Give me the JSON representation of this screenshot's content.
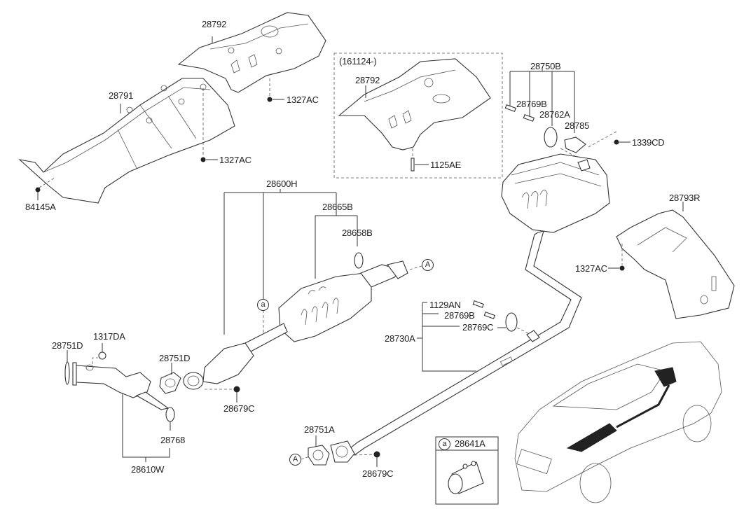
{
  "diagram": {
    "type": "exploded-parts-diagram",
    "subject": "exhaust system",
    "variant_box_note": "(161124-)",
    "labels": {
      "shield_front_upper": "28792",
      "shield_main": "28791",
      "nut_upper_1": "1327AC",
      "nut_upper_2": "1327AC",
      "nut_front": "84145A",
      "variant_shield": "28792",
      "variant_bolt": "1125AE",
      "hanger_kit": "28750B",
      "hanger_pin": "28769B",
      "hanger_rubber": "28762A",
      "hanger_bracket": "28785",
      "nut_rear": "1339CD",
      "rear_shield": "28793R",
      "rear_shield_nut": "1327AC",
      "center_assy": "28600H",
      "cat_assy": "28665B",
      "cat_hanger": "28658B",
      "gasket_front": "28751D",
      "nut_front_pipe": "1317DA",
      "gasket_mid": "28751D",
      "nut_cat": "28679C",
      "hanger_front": "28768",
      "front_pipe_assy": "28610W",
      "rear_bolt": "1129AN",
      "rear_pin": "28769B",
      "rear_hanger": "28769C",
      "rear_muffler_assy": "28730A",
      "gasket_rear": "28751A",
      "nut_rear_pipe": "28679C",
      "clamp": "28641A"
    },
    "callouts": {
      "a": "a",
      "A_top": "A",
      "A_bottom": "A",
      "a_inset": "a"
    }
  }
}
